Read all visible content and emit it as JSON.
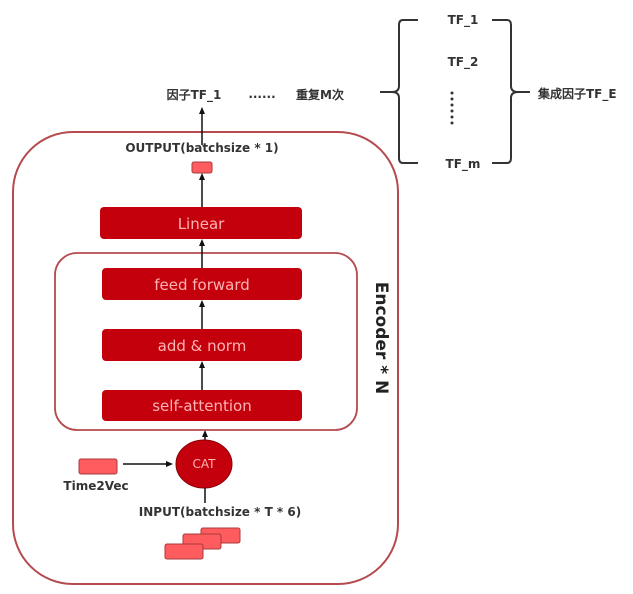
{
  "colors": {
    "block_fill": "#c4000c",
    "block_text": "#ffb3b3",
    "container_stroke": "#b54a4f",
    "tensor_fill": "#ff5c60",
    "tensor_stroke": "#a83a3d",
    "text": "#333333",
    "brace": "#333333"
  },
  "top": {
    "factor_label": "因子TF_1",
    "ellipsis": "......",
    "repeat_label": "重复M次",
    "ensemble_label": "集成因子TF_E",
    "factors": [
      "TF_1",
      "TF_2",
      "TF_m"
    ],
    "vertical_ellipsis": "......"
  },
  "encoder": {
    "side_label": "Encoder * N",
    "output_label": "OUTPUT(batchsize * 1)",
    "blocks": {
      "linear": "Linear",
      "feed_forward": "feed forward",
      "add_norm": "add & norm",
      "self_attention": "self-attention"
    },
    "cat_label": "CAT",
    "time2vec_label": "Time2Vec",
    "input_label": "INPUT(batchsize * T * 6)"
  }
}
